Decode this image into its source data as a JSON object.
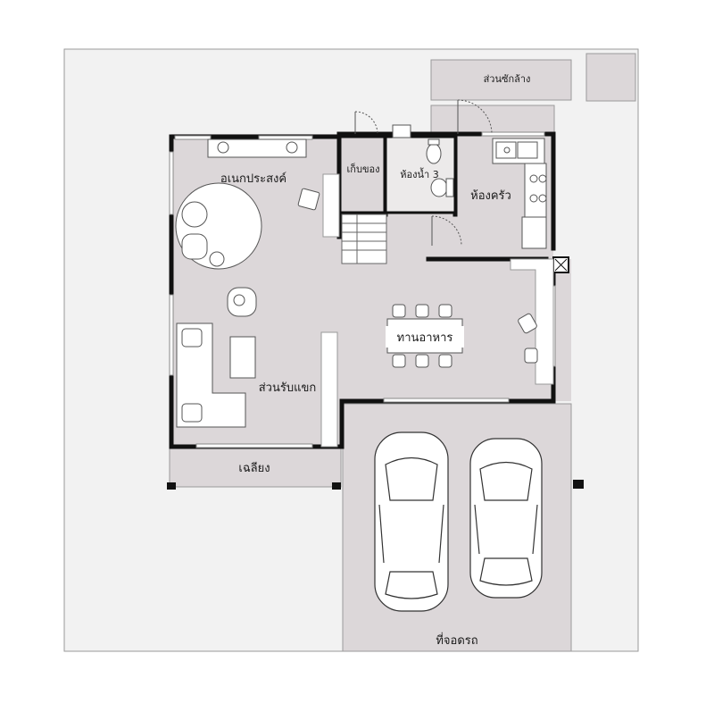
{
  "rooms": {
    "laundry": "ส่วนซักล้าง",
    "storage": "เก็บของ",
    "bathroom": "ห้องน้ำ 3",
    "kitchen": "ห้องครัว",
    "multipurpose": "อเนกประสงค์",
    "dining": "ทานอาหาร",
    "living": "ส่วนรับแขก",
    "porch": "เฉลียง",
    "carport": "ที่จอดรถ"
  },
  "colors": {
    "floor": "#dcd7d9",
    "site": "#f2f2f2",
    "wall": "#111111",
    "outline": "#9a9a9a"
  }
}
